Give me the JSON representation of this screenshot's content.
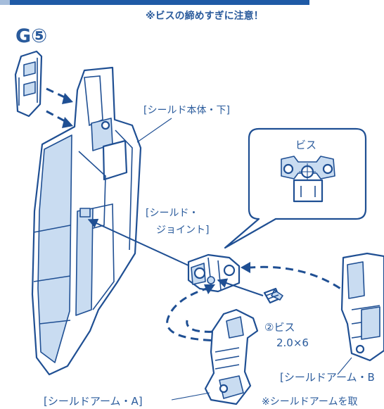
{
  "header": {
    "caution_note": "※ビスの締めすぎに注意！",
    "step_label": "G⑤"
  },
  "labels": {
    "shield_body_lower": "[シールド本体・下]",
    "screw_callout": "ビス",
    "shield_joint_line1": "[シールド・",
    "shield_joint_line2": "ジョイント]",
    "screw_part_line1": "②ビス",
    "screw_part_line2": "2.0×6",
    "shield_arm_a": "[シールドアーム・A]",
    "shield_arm_b": "[シールドアーム・B",
    "bottom_note": "※シールドアームを取"
  },
  "colors": {
    "header_bar": "#1f5aa6",
    "line": "#1f4f93",
    "text": "#2a5b9c",
    "part_shade": "#c9dcf1"
  }
}
